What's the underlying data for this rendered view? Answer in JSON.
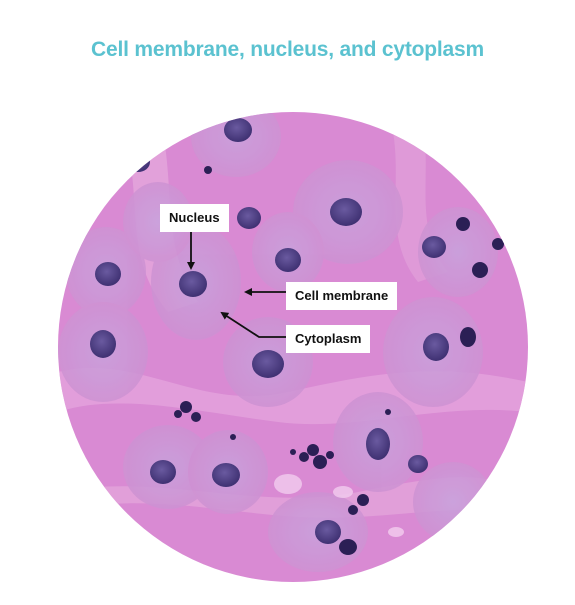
{
  "title": "Cell membrane, nucleus, and cytoplasm",
  "labels": {
    "nucleus": "Nucleus",
    "cell_membrane": "Cell membrane",
    "cytoplasm": "Cytoplasm"
  },
  "colors": {
    "title": "#5bc2d0",
    "tissue_base": "#d98ad3",
    "tissue_light": "#e6a6dd",
    "cell_fill": "#c99ad4",
    "nucleus_fill": "#4a3a7e",
    "nucleus_dark": "#2b1f55",
    "arrow": "#111111"
  }
}
